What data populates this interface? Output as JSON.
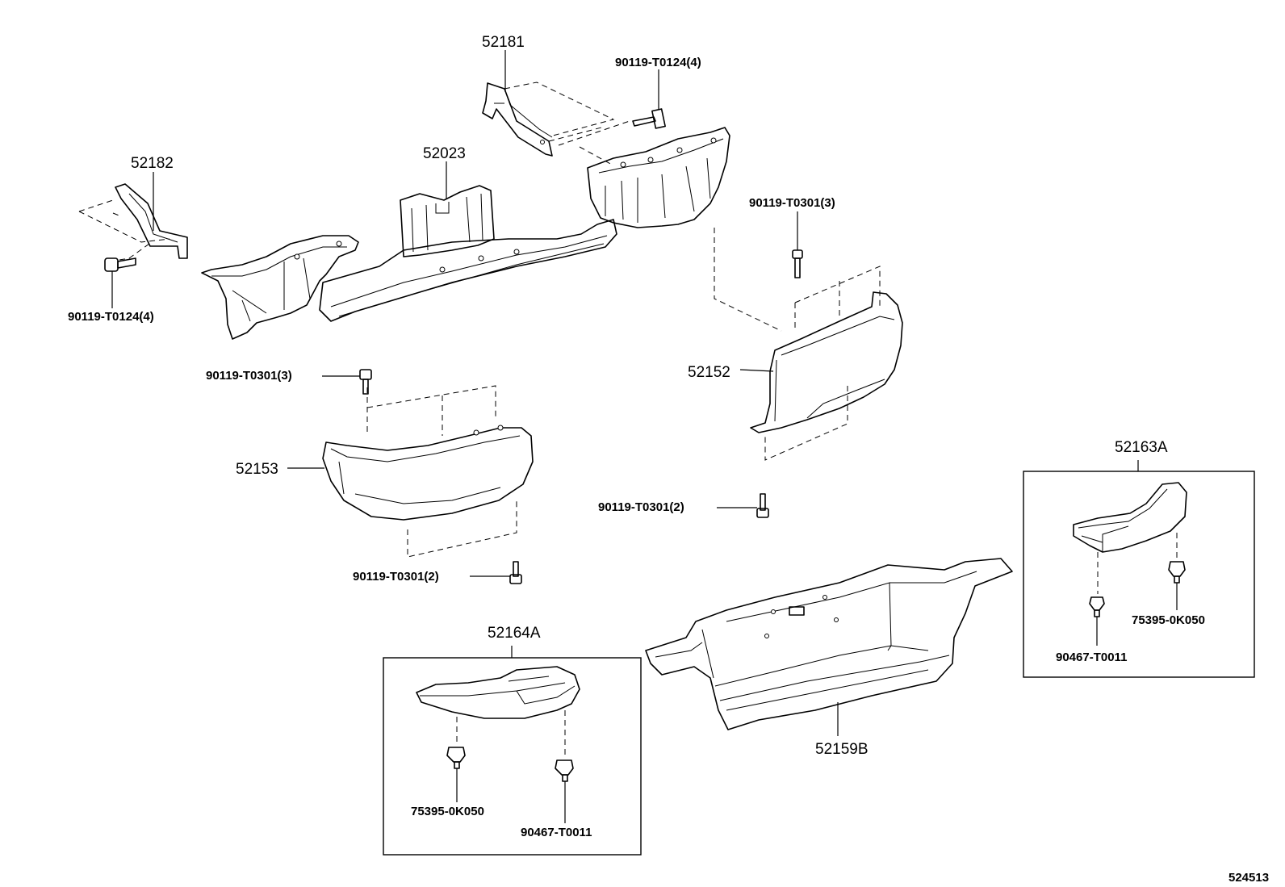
{
  "parts": {
    "p52181": "52181",
    "p52182": "52182",
    "p52023": "52023",
    "bolt_0124_top": "90119-T0124(4)",
    "bolt_0124_left": "90119-T0124(4)",
    "bolt_0301_right_top": "90119-T0301(3)",
    "bolt_0301_left_top": "90119-T0301(3)",
    "p52152": "52152",
    "p52153": "52153",
    "bolt_0301_right_bottom": "90119-T0301(2)",
    "bolt_0301_left_bottom": "90119-T0301(2)",
    "p52163A": "52163A",
    "p52164A": "52164A",
    "p52159B": "52159B",
    "clip_right_a": "75395-0K050",
    "clip_right_b": "90467-T0011",
    "clip_left_a": "75395-0K050",
    "clip_left_b": "90467-T0011"
  },
  "diagram_id": "524513"
}
